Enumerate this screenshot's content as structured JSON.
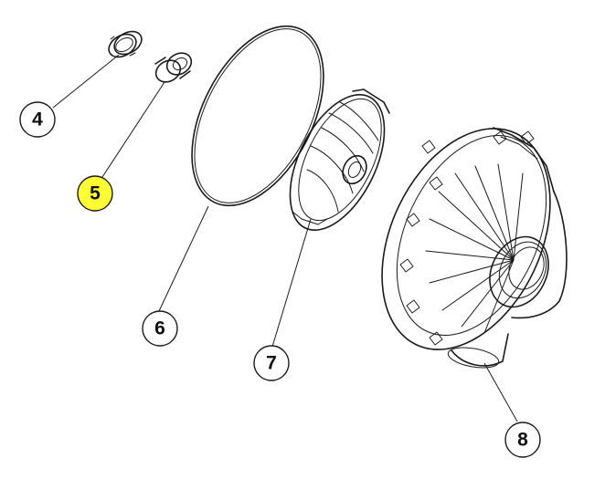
{
  "colors": {
    "line": "#1a1a1a",
    "background": "#ffffff",
    "highlight": "#ffff33"
  },
  "callouts": [
    {
      "id": "4",
      "label": "4",
      "highlighted": false
    },
    {
      "id": "5",
      "label": "5",
      "highlighted": true
    },
    {
      "id": "6",
      "label": "6",
      "highlighted": false
    },
    {
      "id": "7",
      "label": "7",
      "highlighted": false
    },
    {
      "id": "8",
      "label": "8",
      "highlighted": false
    }
  ]
}
